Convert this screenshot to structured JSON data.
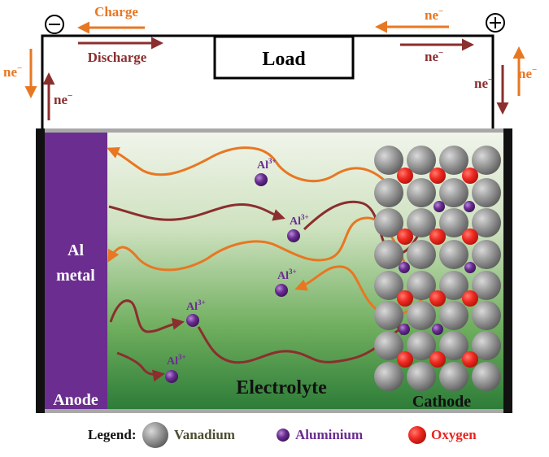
{
  "labels": {
    "charge": "Charge",
    "discharge": "Discharge",
    "load": "Load",
    "ne": "ne",
    "minus": "−",
    "neg_symbol": "⊖",
    "pos_symbol": "⊕",
    "anode_material_line1": "Al",
    "anode_material_line2": "metal",
    "anode": "Anode",
    "electrolyte": "Electrolyte",
    "cathode": "Cathode",
    "ion_base": "Al",
    "ion_charge": "3+"
  },
  "legend": {
    "title": "Legend:",
    "items": [
      {
        "label": "Vanadium",
        "icon": "vanadium-sphere-icon",
        "color": "#8c8c8c",
        "text_color": "#4d4d33"
      },
      {
        "label": "Aluminium",
        "icon": "aluminium-sphere-icon",
        "color": "#6a2c91",
        "text_color": "#6a2c91"
      },
      {
        "label": "Oxygen",
        "icon": "oxygen-sphere-icon",
        "color": "#e8231f",
        "text_color": "#e8231f"
      }
    ]
  },
  "colors": {
    "charge_arrow": "#e87722",
    "discharge_arrow": "#8b2e2e",
    "anode": "#6b2d8f",
    "electrolyte_top": "#eef3e6",
    "electrolyte_bottom": "#2f7d3a",
    "vanadium": "#8c8c8c",
    "aluminium": "#6a2c91",
    "oxygen": "#e8231f"
  }
}
